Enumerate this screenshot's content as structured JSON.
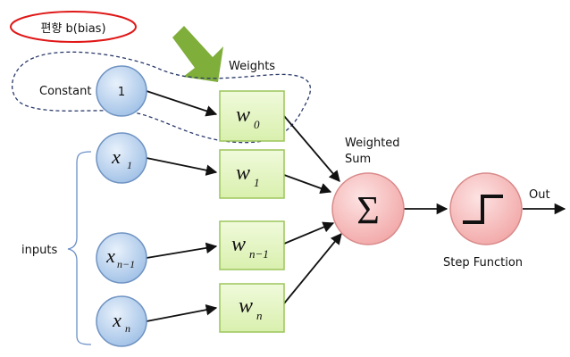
{
  "bias_title": "편향 b(bias)",
  "bias_outline_color": "#e01818",
  "arrow_color": "#7fae3a",
  "weights_label": "Weights",
  "constant_label": "Constant",
  "inputs_label": "inputs",
  "input_nodes": [
    {
      "main": "1",
      "sub": ""
    },
    {
      "main": "x",
      "sub": "1"
    },
    {
      "main": "x",
      "sub": "n−1"
    },
    {
      "main": "x",
      "sub": "n"
    }
  ],
  "weight_nodes": [
    {
      "main": "w",
      "sub": "0"
    },
    {
      "main": "w",
      "sub": "1"
    },
    {
      "main": "w",
      "sub": "n−1"
    },
    {
      "main": "w",
      "sub": "n"
    }
  ],
  "weighted_sum_label": [
    "Weighted",
    "Sum"
  ],
  "sum_symbol": "Σ",
  "step_function_label": "Step Function",
  "out_label": "Out",
  "colors": {
    "input_fill": "#b9d3ef",
    "input_stroke": "#6f93c2",
    "weight_fill": "#e6f6c6",
    "weight_stroke": "#9cc55b",
    "sum_fill": "#f7c2c2",
    "sum_stroke": "#d98a8a"
  }
}
